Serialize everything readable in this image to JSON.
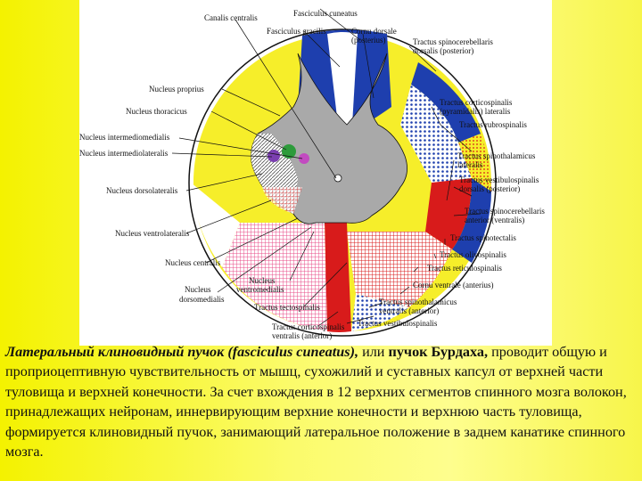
{
  "diagram": {
    "labels": {
      "canalis_centralis": "Canalis centralis",
      "fasciculus_cuneatus": "Fasciculus cuneatus",
      "fasciculus_gracilis": "Fasciculus gracilis",
      "cornu_dorsale_1": "Cornu dorsale",
      "cornu_dorsale_2": "(posterius)",
      "tr_spinocereb_dors_1": "Tractus spinocerebellaris",
      "tr_spinocereb_dors_2": "dorsalis (posterior)",
      "nucleus_proprius": "Nucleus proprius",
      "nucleus_thoracicus": "Nucleus thoracicus",
      "nucleus_intermediomedialis": "Nucleus intermediomedialis",
      "nucleus_intermediolateralis": "Nucleus intermediolateralis",
      "nucleus_dorsolateralis": "Nucleus dorsolateralis",
      "nucleus_ventrolateralis": "Nucleus ventrolateralis",
      "nucleus_centralis": "Nucleus centralis",
      "nucleus_ventromedialis_1": "Nucleus",
      "nucleus_ventromedialis_2": "ventromedialis",
      "nucleus_dorsomedialis_1": "Nucleus",
      "nucleus_dorsomedialis_2": "dorsomedialis",
      "tr_corticospinalis_lat_1": "Tractus corticospinalis",
      "tr_corticospinalis_lat_2": "(pyramidalis) lateralis",
      "tr_rubrospinalis": "Tractus rubrospinalis",
      "tr_spinothal_lat_1": "Tractus spinothalamicus",
      "tr_spinothal_lat_2": "lateralis",
      "tr_vestibulospinalis_dors_1": "Tractus vestibulospinalis",
      "tr_vestibulospinalis_dors_2": "dorsalis (posterior)",
      "tr_spinocereb_ant_1": "Tractus spinocerebellaris",
      "tr_spinocereb_ant_2": "anterior (ventralis)",
      "tr_spinotectalis": "Tractus spinotectalis",
      "tr_olivospinalis": "Tractus olivospinalis",
      "tr_reticulospinalis": "Tractus reticulospinalis",
      "cornu_ventrale": "Cornu ventrale (anterius)",
      "tr_spinothal_ventr_1": "Tractus spinothalamicus",
      "tr_spinothal_ventr_2": "ventralis (anterior)",
      "tr_tectospinalis": "Tractus tectospinalis",
      "tr_corticospinalis_ventr_1": "Tractus corticospinalis",
      "tr_corticospinalis_ventr_2": "ventralis (anterior)",
      "tr_vestibulospinalis": "Tractus vestibulospinalis"
    },
    "colors": {
      "white_matter": "#f6ee2a",
      "gray_matter": "#a9a9a9",
      "cuneatus": "#1e3fae",
      "gracilis": "#ffffff",
      "corticospinal": "#d81b1b",
      "reticulo": "#e84c8a",
      "spinothalamic": "#2a58d0"
    }
  },
  "caption": {
    "term": "Латеральный клиновидный пучок (fasciculus cuneatus),",
    "or_text": " или ",
    "name": "пучок Бурдаха,",
    "body": " проводит общую и проприоцептивную чувствительность от мышц, сухожилий и суставных капсул от верхней части туловища и верхней конечности. За счет вхождения в 12 верхних сегментов спинного мозга волокон, принадлежащих нейронам, иннервирующим верхние конечности и верхнюю часть туловища, формируется клиновидный пучок, занимающий латеральное положение в заднем канатике спинного мозга."
  }
}
